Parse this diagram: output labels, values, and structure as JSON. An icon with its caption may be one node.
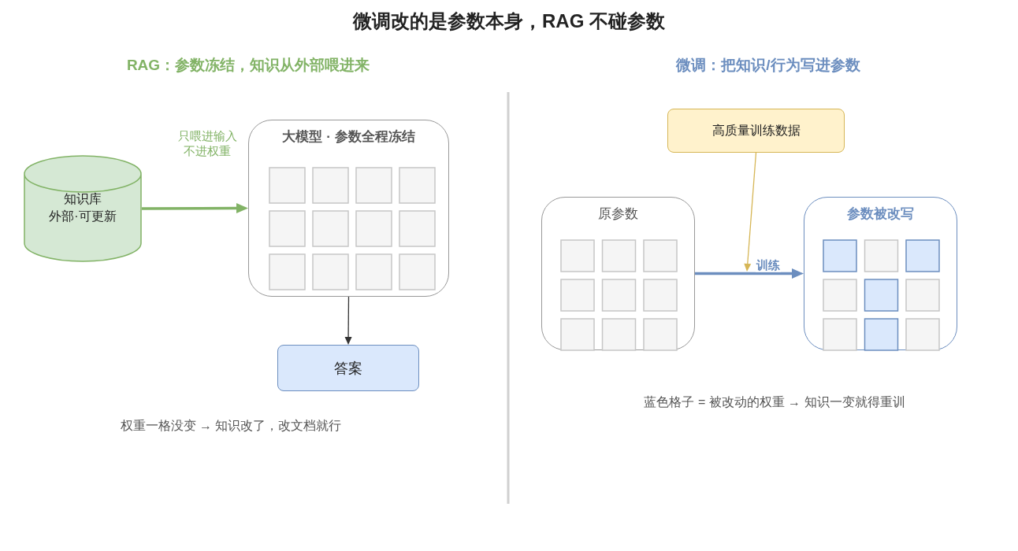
{
  "diagram": {
    "title": "微调改的是参数本身，RAG 不碰参数",
    "nodes": [
      {
        "text": [
          "知识库",
          "外部·可更新"
        ]
      },
      {
        "text": [
          "大模型 · 参数全程冻结"
        ]
      },
      {
        "text": [
          "答案"
        ]
      },
      {
        "text": [
          "原参数"
        ]
      },
      {
        "text": [
          "参数被改写"
        ]
      },
      {
        "text": [
          "高质量训练数据"
        ]
      }
    ],
    "edges": [
      {
        "from": 0,
        "to": 1,
        "arrow": "to",
        "label": "只喂进输入不进权重",
        "style": "thick",
        "color": "#82b366"
      },
      {
        "from": 1,
        "to": 2,
        "arrow": "to",
        "color": "#333333"
      },
      {
        "from": 3,
        "to": 4,
        "arrow": "to",
        "label": "训练",
        "style": "thick",
        "color": "#6c8ebf"
      },
      {
        "from": 5,
        "to": null,
        "arrow": "to",
        "color": "#d6b656"
      }
    ],
    "labels": [
      "RAG：参数冻结，知识从外部喂进来",
      "微调：把知识/行为写进参数",
      "权重一格没变 → 知识改了，改文档就行",
      "蓝色格子 = 被改动的权重 → 知识一变就得重训"
    ]
  }
}
